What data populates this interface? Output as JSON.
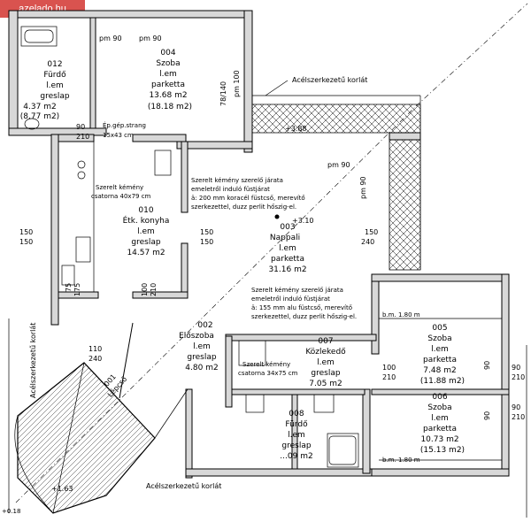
{
  "watermark": "azelado.hu",
  "rooms": {
    "r004": {
      "num": "004",
      "name": "Szoba",
      "floor": "l.em",
      "mat": "parketta",
      "area": "13.68 m2",
      "area2": "(18.18 m2)"
    },
    "r012": {
      "num": "012",
      "name": "Fürdő",
      "floor": "l.em",
      "mat": "greslap",
      "area": "4.37 m2",
      "area2": "(8.77 m2)"
    },
    "r010": {
      "num": "010",
      "name": "Étk. konyha",
      "floor": "l.em",
      "mat": "greslap",
      "area": "14.57 m2"
    },
    "r003": {
      "num": "003",
      "name": "Nappali",
      "floor": "l.em",
      "mat": "parketta",
      "area": "31.16 m2"
    },
    "r002": {
      "num": "002",
      "name": "Előszoba",
      "floor": "l.em",
      "mat": "greslap",
      "area": "4.80 m2"
    },
    "r007": {
      "num": "007",
      "name": "Közlekedő",
      "floor": "l.em",
      "mat": "greslap",
      "area": "7.05 m2"
    },
    "r005": {
      "num": "005",
      "name": "Szoba",
      "floor": "l.em",
      "mat": "parketta",
      "area": "7.48 m2",
      "area2": "(11.88 m2)"
    },
    "r006": {
      "num": "006",
      "name": "Szoba",
      "floor": "l.em",
      "mat": "parketta",
      "area": "10.73 m2",
      "area2": "(15.13 m2)"
    },
    "r008": {
      "num": "008",
      "name": "Fürdő",
      "floor": "l.em",
      "mat": "greslap",
      "area": "...09 m2"
    },
    "r001": {
      "num": "001",
      "name": "Lépcső"
    }
  },
  "labels": {
    "railing_top": "Acélszerkezetű korlát",
    "railing_left": "Acélszerkezetű korlát",
    "railing_bottom": "Acélszerkezetű korlát",
    "chimney1": "Szerelt kémény",
    "chimney1b": "csatorna 40x79 cm",
    "chimney2": "Szerelt kémény",
    "chimney2b": "csatorna 34x75 cm",
    "gepstrang": "Ép.gép.strang",
    "gepstrang2": "15x43 cm",
    "note1_1": "Szerelt kémény szerelő járata",
    "note1_2": "emeletről induló füstjárat",
    "note1_3": "ä: 200 mm koracél füstcső, merevítő",
    "note1_4": "szerkezettel, duzz perlit hőszig-el.",
    "note2_1": "Szerelt kémény szerelő járata",
    "note2_2": "emeletről induló füstjárat",
    "note2_3": "ä: 155 mm alu füstcső, merevítő",
    "note2_4": "szerkezettel, duzz perlit hőszig-el.",
    "level1": "+3.88",
    "level2": "+3.10",
    "level3": "+1.63",
    "level4": "+0.18",
    "bm1": "b.m. 1.80 m",
    "bm2": "b.m. 1.80 m"
  },
  "dims": {
    "d_pm90_a": "pm 90",
    "d_pm90_b": "pm 90",
    "d_pm90_c": "pm 90",
    "d_pm90_d": "pm 90",
    "d_100_180": "100",
    "d_78_140": "78/140",
    "d_90_210": "90",
    "d_210": "210",
    "d_150_a": "150",
    "d_150_b": "150",
    "d_240": "240",
    "d_110": "110",
    "d_75": "75",
    "d_175": "175",
    "d_100_a": "100",
    "d_100_b": "100",
    "d_pm100": "pm 100",
    "d_90_a": "90",
    "d_90_b": "90",
    "d_210_b": "210",
    "d_210_c": "210"
  }
}
